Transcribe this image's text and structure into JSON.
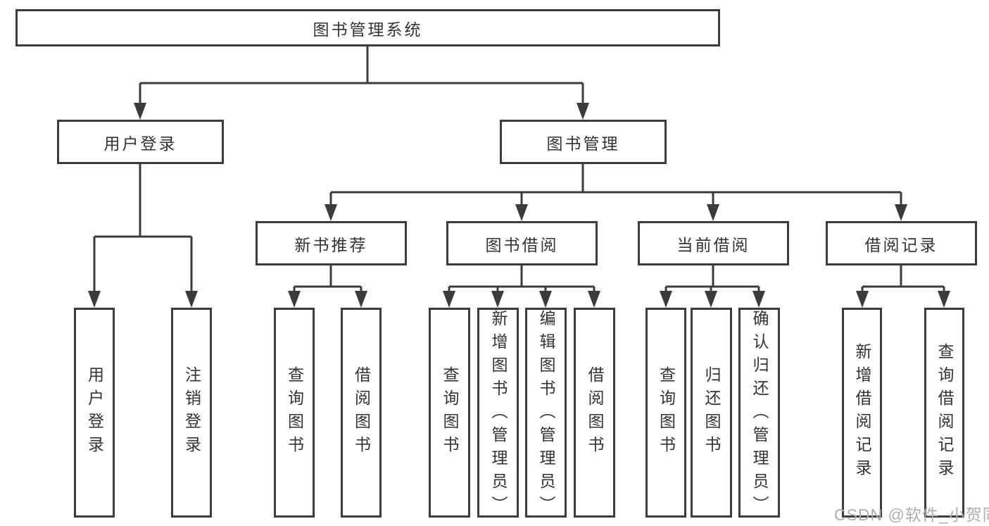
{
  "diagram": {
    "root": {
      "label": "图书管理系统"
    },
    "branches": [
      {
        "label": "用户登录",
        "leaves": [
          {
            "label": "用户登录"
          },
          {
            "label": "注销登录"
          }
        ]
      },
      {
        "label": "图书管理",
        "sections": [
          {
            "label": "新书推荐",
            "leaves": [
              {
                "label": "查询图书"
              },
              {
                "label": "借阅图书"
              }
            ]
          },
          {
            "label": "图书借阅",
            "leaves": [
              {
                "label": "查询图书"
              },
              {
                "label": "新增图书（管理员）"
              },
              {
                "label": "编辑图书（管理员）"
              },
              {
                "label": "借阅图书"
              }
            ]
          },
          {
            "label": "当前借阅",
            "leaves": [
              {
                "label": "查询图书"
              },
              {
                "label": "归还图书"
              },
              {
                "label": "确认归还（管理员）"
              }
            ]
          },
          {
            "label": "借阅记录",
            "leaves": [
              {
                "label": "新增借阅记录"
              },
              {
                "label": "查询借阅记录"
              }
            ]
          }
        ]
      }
    ]
  },
  "watermark": {
    "text": "CSDN @软件_小贺同学"
  },
  "colors": {
    "line": "#3b3b3c",
    "text": "#333336",
    "watermark": "#abaeb3",
    "background": "#ffffff"
  }
}
